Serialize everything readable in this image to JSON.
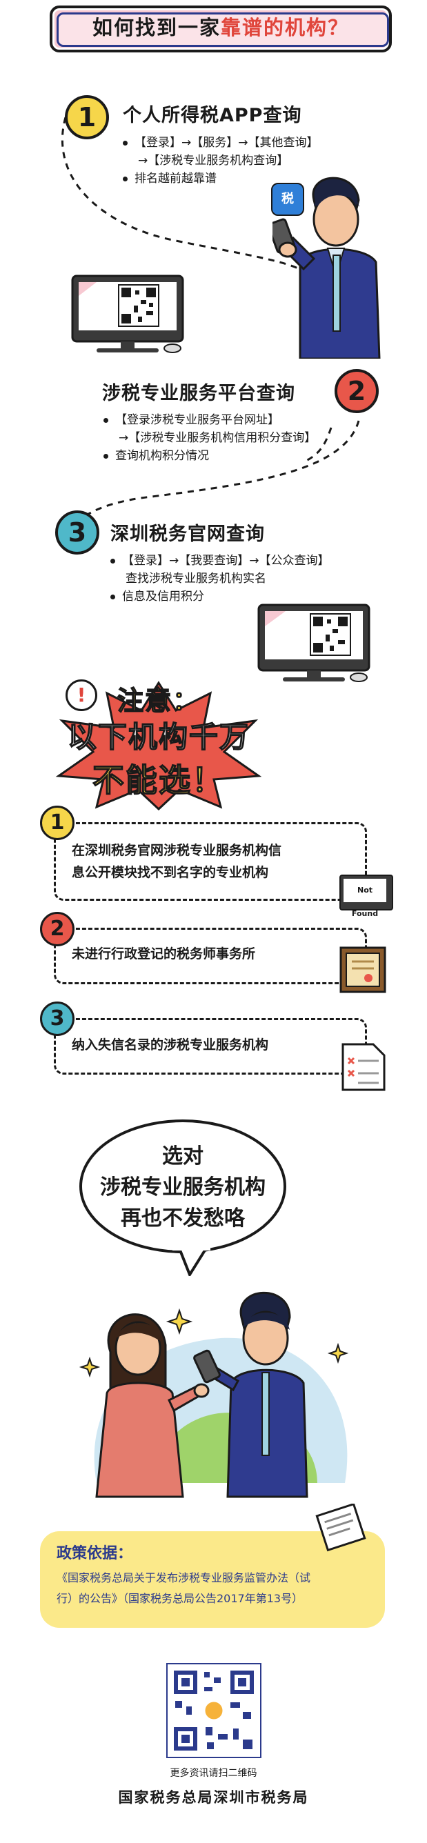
{
  "header": {
    "title_prefix": "如何找到一家",
    "title_highlight": "靠谱的机构？"
  },
  "section1": {
    "number": "1",
    "title": "个人所得税APP查询",
    "lines": [
      "【登录】→【服务】→【其他查询】",
      "→【涉税专业服务机构查询】",
      "排名越前越靠谱"
    ],
    "app_icon_text": "税"
  },
  "section2": {
    "number": "2",
    "title": "涉税专业服务平台查询",
    "lines": [
      "【登录涉税专业服务平台网址】",
      "→【涉税专业服务机构信用积分查询】",
      "查询机构积分情况"
    ]
  },
  "section3": {
    "number": "3",
    "title": "深圳税务官网查询",
    "lines": [
      "【登录】→【我要查询】→【公众查询】",
      "查找涉税专业服务机构实名",
      "信息及信用积分"
    ]
  },
  "warning": {
    "icon": "!",
    "line1": "注意：",
    "line2": "以下机构千万",
    "line3": "不能选！"
  },
  "warn_items": [
    {
      "number": "1",
      "text_line1": "在深圳税务官网涉税专业服务机构信",
      "text_line2": "息公开模块找不到名字的专业机构",
      "badge": "Not Found"
    },
    {
      "number": "2",
      "text_line1": "未进行行政登记的税务师事务所"
    },
    {
      "number": "3",
      "text_line1": "纳入失信名录的涉税专业服务机构"
    }
  ],
  "bubble": {
    "line1": "选对",
    "line2": "涉税专业服务机构",
    "line3": "再也不发愁咯"
  },
  "policy": {
    "title": "政策依据：",
    "line1": "《国家税务总局关于发布涉税专业服务监管办法（试",
    "line2": "行）的公告》（国家税务总局公告2017年第13号）"
  },
  "footer": {
    "scan_hint": "更多资讯请扫二维码",
    "org": "国家税务总局深圳市税务局"
  },
  "colors": {
    "yellow": "#f6d64a",
    "red": "#e8574a",
    "blue": "#4fb8c9",
    "navy": "#2b3a8c",
    "pink": "#f7c9d2"
  }
}
